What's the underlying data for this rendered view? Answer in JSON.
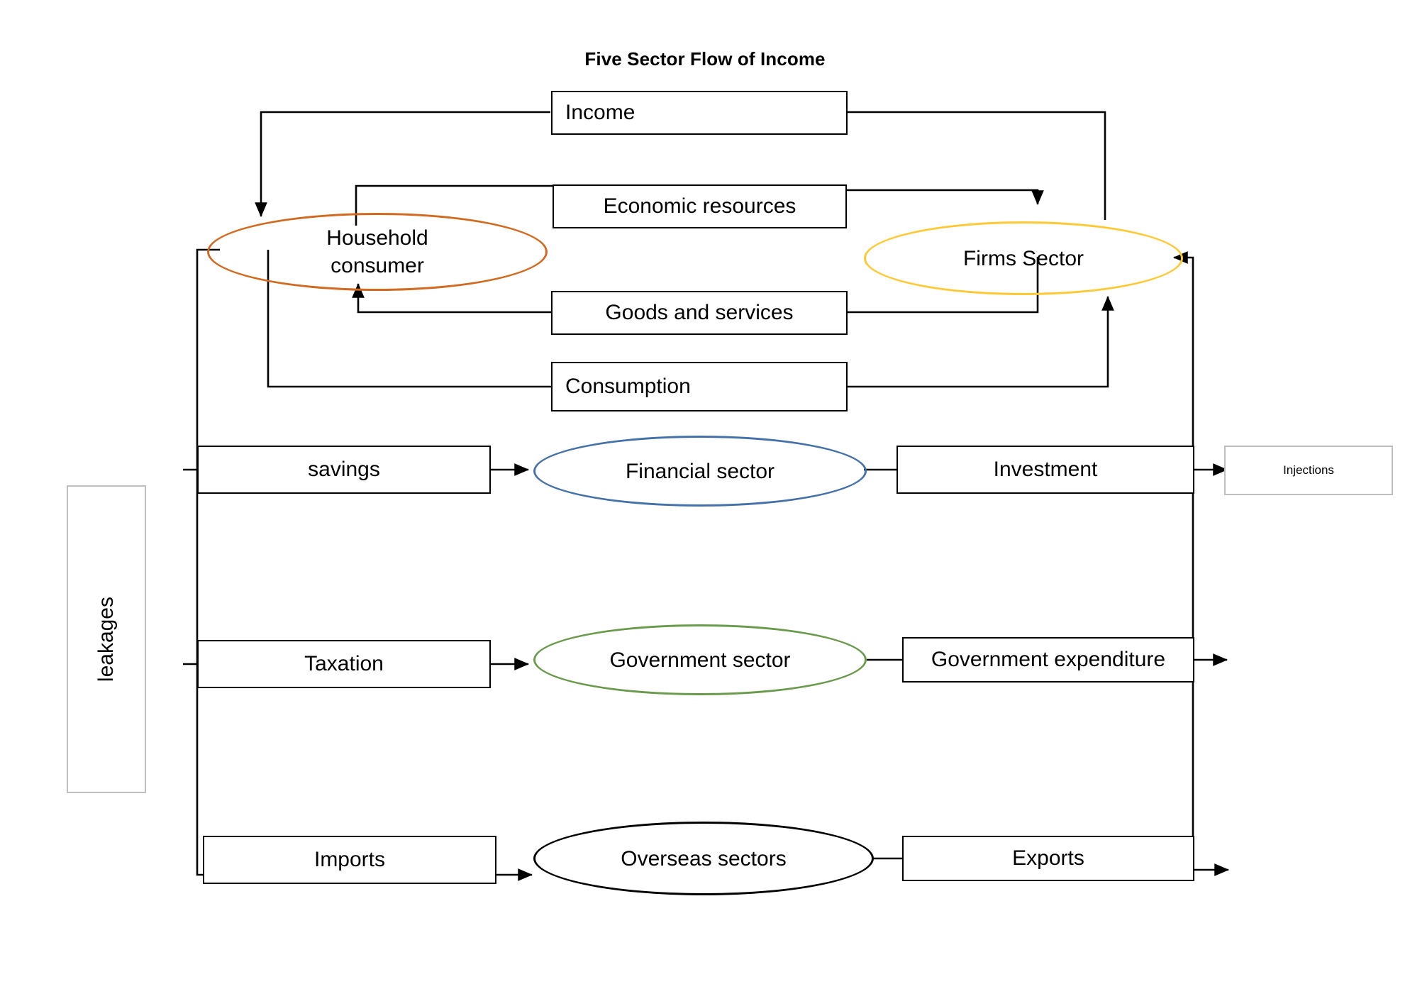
{
  "title": "Five Sector Flow of Income",
  "flow_boxes": {
    "income": "Income",
    "economic_resources": "Economic resources",
    "goods_and_services": "Goods and services",
    "consumption": "Consumption",
    "savings": "savings",
    "investment": "Investment",
    "taxation": "Taxation",
    "government_expenditure": "Government expenditure",
    "imports": "Imports",
    "exports": "Exports"
  },
  "sectors": {
    "household": "Household\nconsumer",
    "household_line1": "Household",
    "household_line2": "consumer",
    "firms": "Firms Sector",
    "financial": "Financial sector",
    "government": "Government sector",
    "overseas": "Overseas sectors"
  },
  "banners": {
    "leakages": "leakages",
    "injections": "Injections"
  },
  "colors": {
    "household_ellipse": "#d2691e",
    "firms_ellipse": "#ffc933",
    "financial_ellipse": "#4472a8",
    "government_ellipse": "#6a9a4b",
    "overseas_ellipse": "#000000",
    "connector": "#000000",
    "banner_border": "#bfbfbf",
    "box_border": "#000000",
    "background": "#ffffff"
  },
  "chart_data": {
    "type": "diagram",
    "title": "Five Sector Flow of Income",
    "nodes": [
      {
        "id": "household",
        "label": "Household consumer",
        "shape": "ellipse",
        "color": "#d2691e"
      },
      {
        "id": "firms",
        "label": "Firms Sector",
        "shape": "ellipse",
        "color": "#ffc933"
      },
      {
        "id": "financial",
        "label": "Financial sector",
        "shape": "ellipse",
        "color": "#4472a8"
      },
      {
        "id": "government",
        "label": "Government sector",
        "shape": "ellipse",
        "color": "#6a9a4b"
      },
      {
        "id": "overseas",
        "label": "Overseas sectors",
        "shape": "ellipse",
        "color": "#000000"
      },
      {
        "id": "income",
        "label": "Income",
        "shape": "rect"
      },
      {
        "id": "economic_resources",
        "label": "Economic resources",
        "shape": "rect"
      },
      {
        "id": "goods_and_services",
        "label": "Goods and services",
        "shape": "rect"
      },
      {
        "id": "consumption",
        "label": "Consumption",
        "shape": "rect"
      },
      {
        "id": "savings",
        "label": "savings",
        "shape": "rect"
      },
      {
        "id": "investment",
        "label": "Investment",
        "shape": "rect"
      },
      {
        "id": "taxation",
        "label": "Taxation",
        "shape": "rect"
      },
      {
        "id": "government_expenditure",
        "label": "Government expenditure",
        "shape": "rect"
      },
      {
        "id": "imports",
        "label": "Imports",
        "shape": "rect"
      },
      {
        "id": "exports",
        "label": "Exports",
        "shape": "rect"
      },
      {
        "id": "leakages",
        "label": "leakages",
        "shape": "banner"
      },
      {
        "id": "injections",
        "label": "Injections",
        "shape": "banner"
      }
    ],
    "edges": [
      {
        "from": "firms",
        "via": "income",
        "to": "household",
        "arrow": true
      },
      {
        "from": "household",
        "via": "economic_resources",
        "to": "firms",
        "arrow": true
      },
      {
        "from": "firms",
        "via": "goods_and_services",
        "to": "household",
        "arrow": true
      },
      {
        "from": "household",
        "via": "consumption",
        "to": "firms",
        "arrow": true
      },
      {
        "from": "household",
        "via": "savings",
        "to": "financial",
        "arrow": true
      },
      {
        "from": "financial",
        "via": "investment",
        "to": "firms",
        "arrow": true
      },
      {
        "from": "household",
        "via": "taxation",
        "to": "government",
        "arrow": true
      },
      {
        "from": "government",
        "via": "government_expenditure",
        "to": "firms",
        "arrow": true
      },
      {
        "from": "household",
        "via": "imports",
        "to": "overseas",
        "arrow": true
      },
      {
        "from": "overseas",
        "via": "exports",
        "to": "firms",
        "arrow": true
      }
    ]
  }
}
